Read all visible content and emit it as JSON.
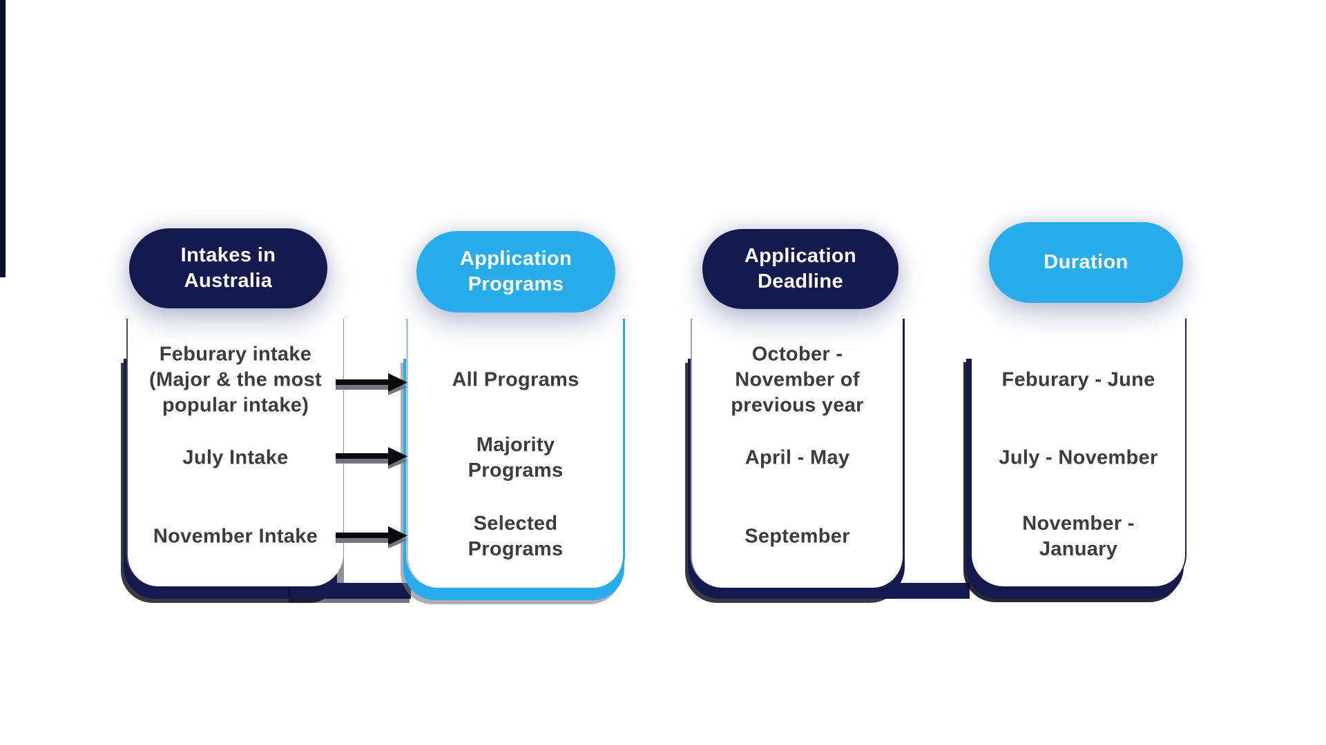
{
  "diagram": {
    "colors": {
      "navy": "#141A4E",
      "blue": "#29ACEC",
      "body_text": "#3C3C3C"
    },
    "columns": [
      {
        "id": "intakes",
        "header": {
          "lines": [
            "Intakes in",
            "Australia"
          ],
          "style": "navy"
        },
        "rows": [
          {
            "lines": [
              "Feburary intake",
              "(Major & the most",
              "popular intake)"
            ]
          },
          {
            "lines": [
              "July Intake"
            ]
          },
          {
            "lines": [
              "November Intake"
            ]
          }
        ]
      },
      {
        "id": "programs",
        "header": {
          "lines": [
            "Application",
            "Programs"
          ],
          "style": "blue"
        },
        "rows": [
          {
            "lines": [
              "All Programs"
            ]
          },
          {
            "lines": [
              "Majority",
              "Programs"
            ]
          },
          {
            "lines": [
              "Selected",
              "Programs"
            ]
          }
        ]
      },
      {
        "id": "deadline",
        "header": {
          "lines": [
            "Application",
            "Deadline"
          ],
          "style": "navy"
        },
        "rows": [
          {
            "lines": [
              "October -",
              "November of",
              "previous year"
            ]
          },
          {
            "lines": [
              "April - May"
            ]
          },
          {
            "lines": [
              "September"
            ]
          }
        ]
      },
      {
        "id": "duration",
        "header": {
          "lines": [
            "Duration"
          ],
          "style": "blue"
        },
        "rows": [
          {
            "lines": [
              "Feburary - June"
            ]
          },
          {
            "lines": [
              "July - November"
            ]
          },
          {
            "lines": [
              "November -",
              "January"
            ]
          }
        ]
      }
    ],
    "connectors": {
      "arrow_count": 3,
      "from": "intakes",
      "to": "programs",
      "direction": "right"
    }
  }
}
